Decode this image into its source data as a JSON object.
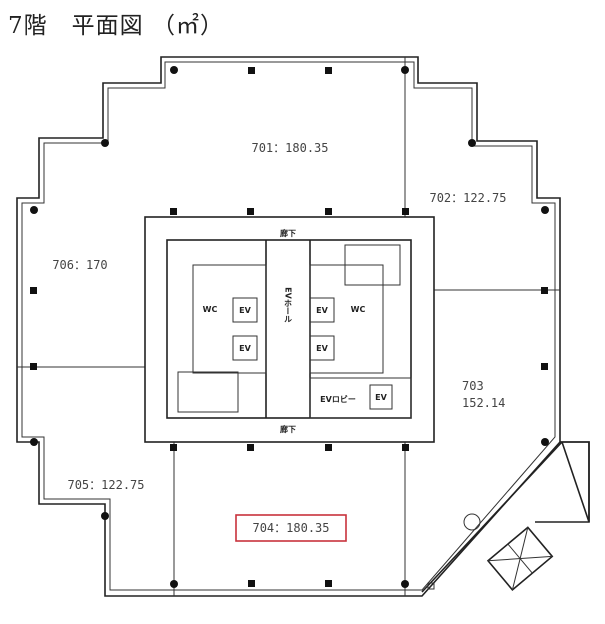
{
  "title": "7階　平面図 （㎡）",
  "units": [
    {
      "label": "701：180.35"
    },
    {
      "label": "702：122.75"
    },
    {
      "label": "703",
      "area": "152.14"
    },
    {
      "label": "704：180.35",
      "highlighted": true
    },
    {
      "label": "705：122.75"
    },
    {
      "label": "706：170"
    }
  ],
  "core": {
    "corridor": "廊下",
    "ev_hall": "EVホール",
    "wc": "WC",
    "ev": "EV",
    "ev_lobby": "EVロビー"
  },
  "colors": {
    "highlight": "#c8323c",
    "wall": "#222222"
  }
}
